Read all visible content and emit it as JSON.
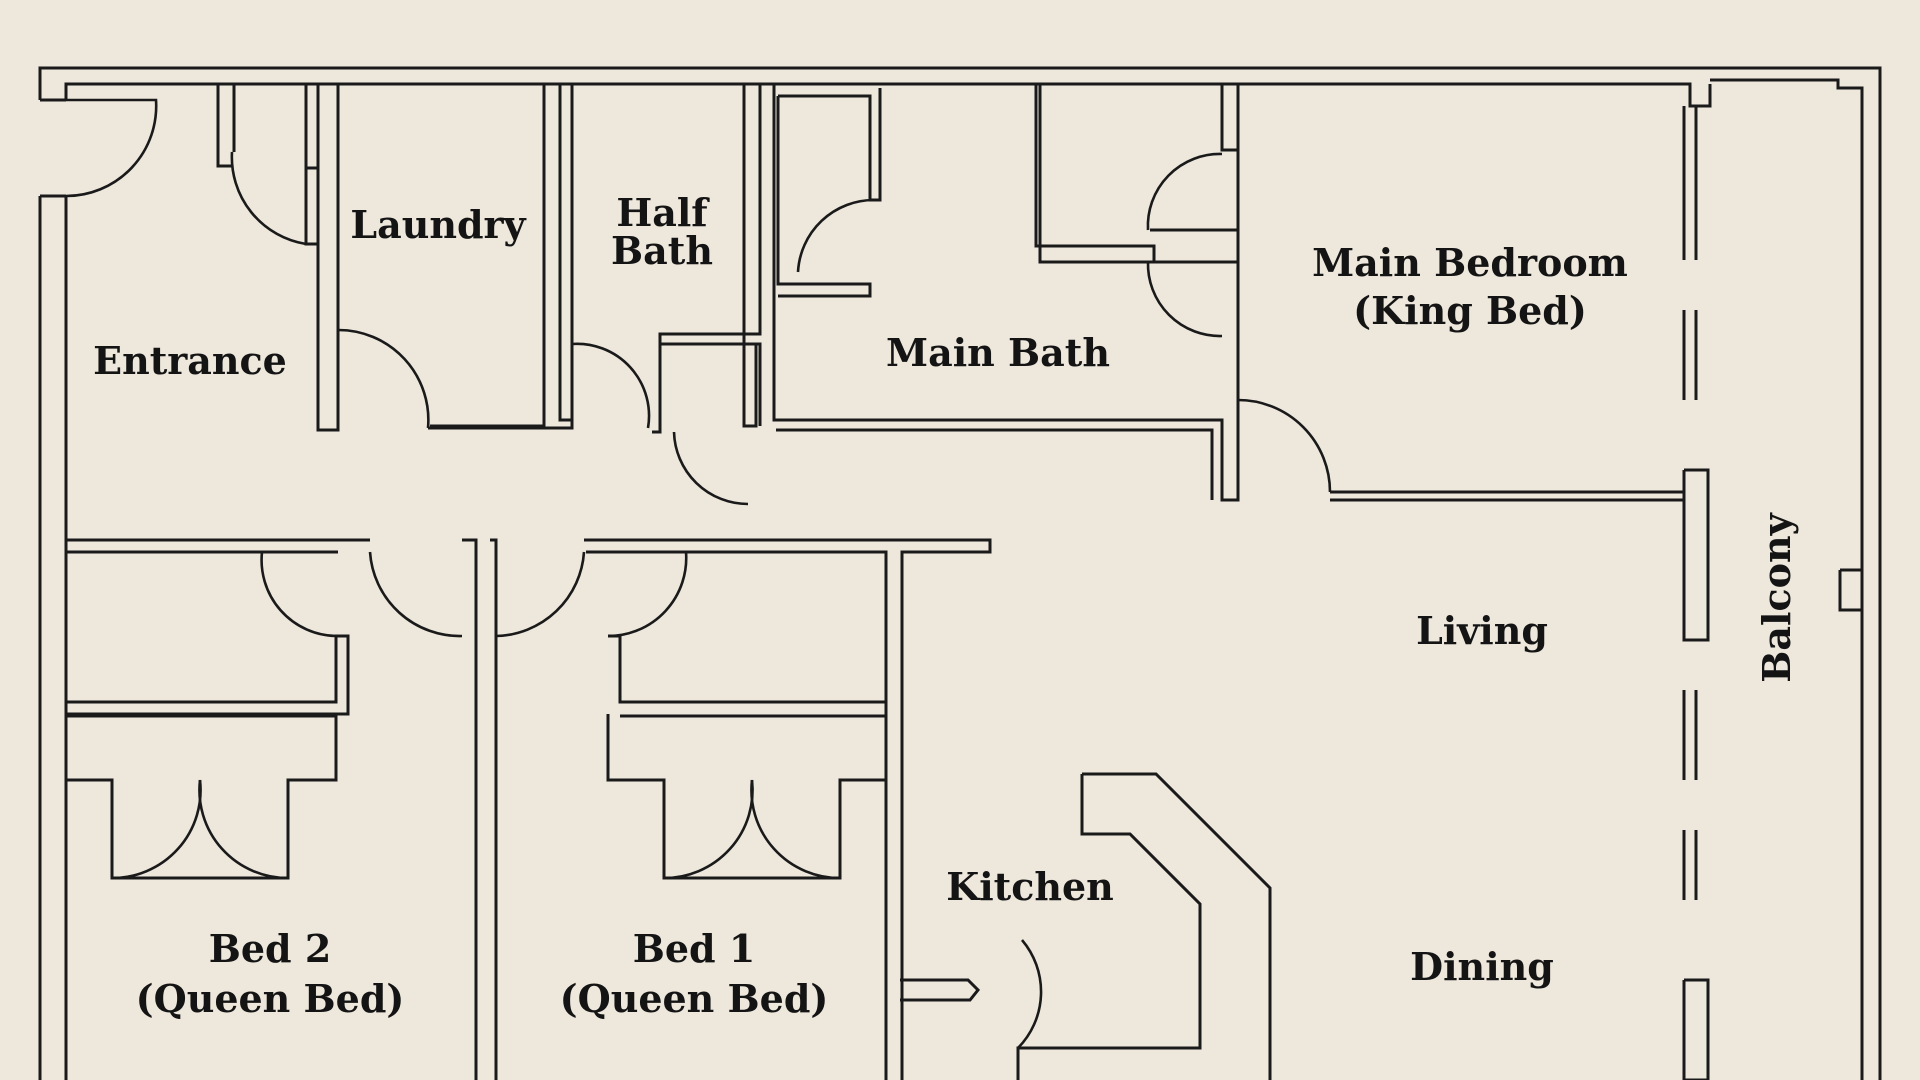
{
  "colors": {
    "background": "#ede7dc",
    "ink": "#1a1a1a"
  },
  "rooms": {
    "entrance": "Entrance",
    "laundry": "Laundry",
    "half_bath_1": "Half",
    "half_bath_2": "Bath",
    "main_bath": "Main Bath",
    "main_bedroom_1": "Main Bedroom",
    "main_bedroom_2": "(King Bed)",
    "living": "Living",
    "balcony": "Balcony",
    "kitchen": "Kitchen",
    "dining": "Dining",
    "bed2_1": "Bed 2",
    "bed2_2": "(Queen Bed)",
    "bed1_1": "Bed 1",
    "bed1_2": "(Queen Bed)"
  }
}
